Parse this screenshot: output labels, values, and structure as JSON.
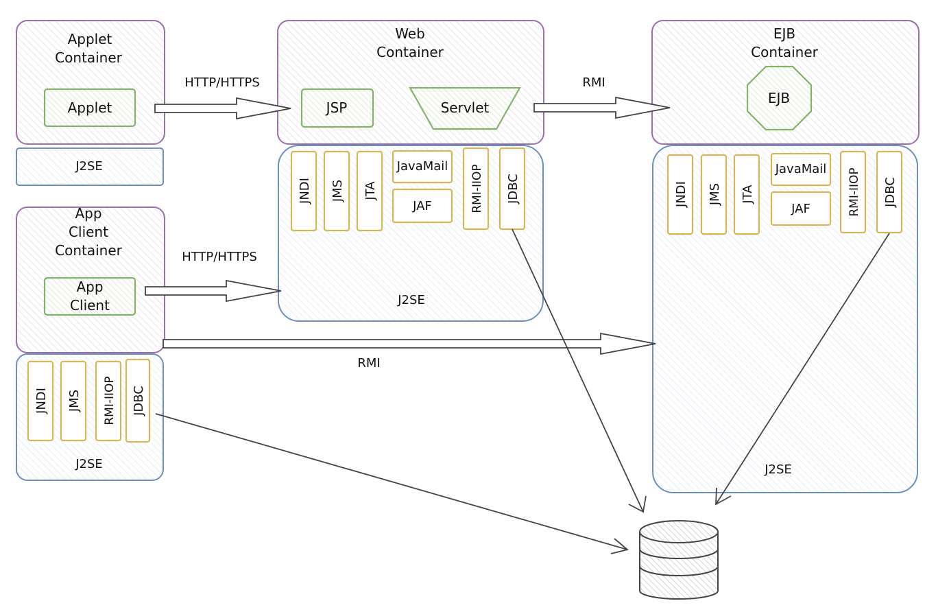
{
  "colors": {
    "container_stroke": "#9b6fa8",
    "j2se_stroke": "#6c8ebf",
    "component_stroke": "#82b366",
    "api_stroke": "#d6b656",
    "database_stroke": "#444444"
  },
  "applet_container": {
    "title_line1": "Applet",
    "title_line2": "Container",
    "component": "Applet",
    "j2se": "J2SE"
  },
  "web_container": {
    "title_line1": "Web",
    "title_line2": "Container",
    "jsp": "JSP",
    "servlet": "Servlet",
    "apis": [
      "JNDI",
      "JMS",
      "JTA",
      "RMI-IIOP",
      "JDBC"
    ],
    "javamail": "JavaMail",
    "jaf": "JAF",
    "j2se": "J2SE"
  },
  "ejb_container": {
    "title_line1": "EJB",
    "title_line2": "Container",
    "component": "EJB",
    "apis": [
      "JNDI",
      "JMS",
      "JTA",
      "RMI-IIOP",
      "JDBC"
    ],
    "javamail": "JavaMail",
    "jaf": "JAF",
    "j2se": "J2SE"
  },
  "app_client_container": {
    "title_line1": "App",
    "title_line2": "Client",
    "title_line3": "Container",
    "component_line1": "App",
    "component_line2": "Client",
    "apis": [
      "JNDI",
      "JMS",
      "RMI-IIOP",
      "JDBC"
    ],
    "j2se": "J2SE"
  },
  "connections": {
    "applet_to_web": "HTTP/HTTPS",
    "web_to_ejb": "RMI",
    "client_to_web": "HTTP/HTTPS",
    "client_to_ejb": "RMI"
  },
  "database": {
    "icon": "database-icon"
  }
}
